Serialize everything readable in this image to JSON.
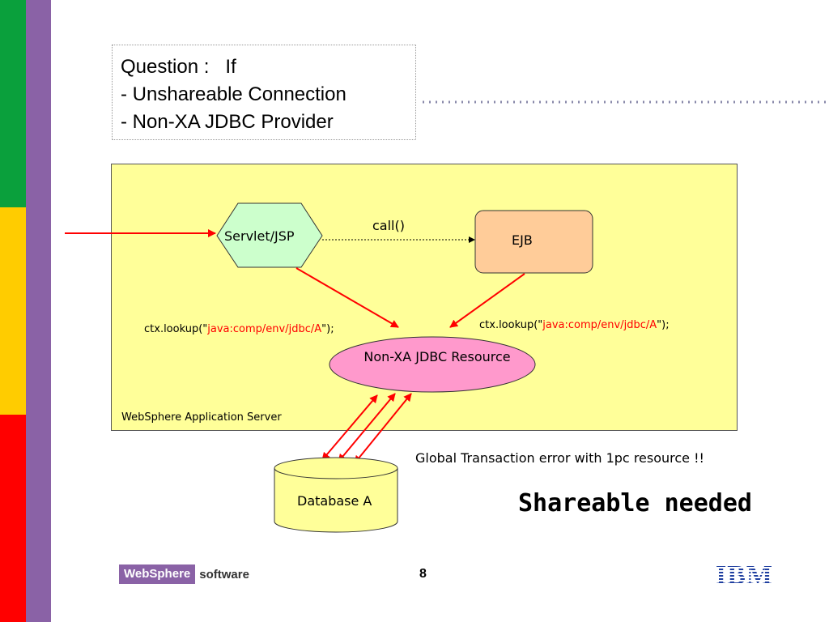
{
  "question": {
    "line1": "Question :   If",
    "line2": "- Unshareable Connection",
    "line3": "- Non-XA JDBC Provider"
  },
  "diagram": {
    "servlet_label": "Servlet/JSP",
    "ejb_label": "EJB",
    "call_label": "call()",
    "resource_label": "Non-XA JDBC Resource",
    "database_label": "Database A",
    "server_label": "WebSphere Application Server",
    "lookup_left": {
      "prefix": "ctx.lookup(\"",
      "path": "java:comp/env/jdbc/A",
      "suffix": "\");"
    },
    "lookup_right": {
      "prefix": "ctx.lookup(\"",
      "path": "java:comp/env/jdbc/A",
      "suffix": "\");"
    }
  },
  "notes": {
    "global_error": "Global Transaction error with 1pc resource !!",
    "shareable_needed": "Shareable needed"
  },
  "footer": {
    "page_number": "8",
    "websphere_logo": "WebSphere",
    "software_label": "software",
    "ibm_logo": "IBM"
  },
  "colors": {
    "green": "#0aa03c",
    "yellow": "#ffcc00",
    "red": "#ff0000",
    "purple": "#8a62a6",
    "server_bg": "#ffff99",
    "servlet_fill": "#ccffcc",
    "ejb_fill": "#ffcc99",
    "resource_fill": "#ff99cc"
  }
}
